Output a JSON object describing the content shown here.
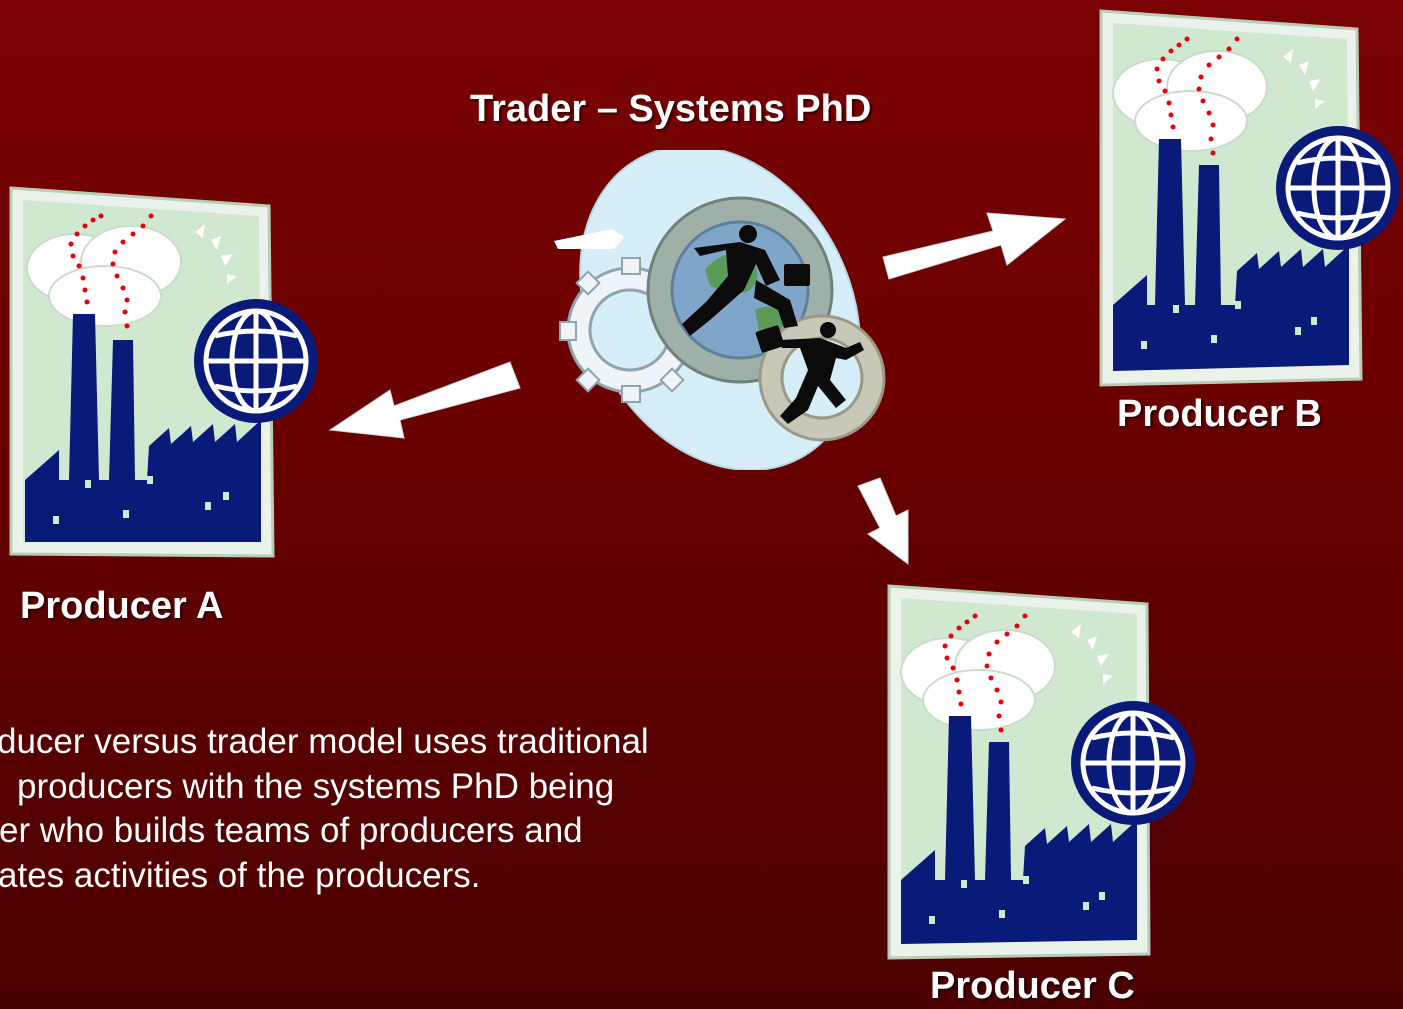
{
  "diagram": {
    "trader": {
      "title": "Trader – Systems PhD"
    },
    "producers": [
      {
        "label": "Producer A"
      },
      {
        "label": "Producer B"
      },
      {
        "label": "Producer C"
      }
    ],
    "description_lines": [
      "ducer versus trader model uses traditional",
      " producers with the systems PhD being",
      "er who builds teams of producers and",
      "ates activities of the producers."
    ]
  },
  "colors": {
    "background": "#6a0000",
    "factory_navy": "#0a1a78",
    "frame_green": "#cfe8cf",
    "smoke_dots": "#e8000a",
    "arrow": "#ffffff"
  },
  "icons": [
    "factory-icon",
    "globe-icon",
    "gears-icon",
    "business-people-icon",
    "arrow-icon"
  ]
}
